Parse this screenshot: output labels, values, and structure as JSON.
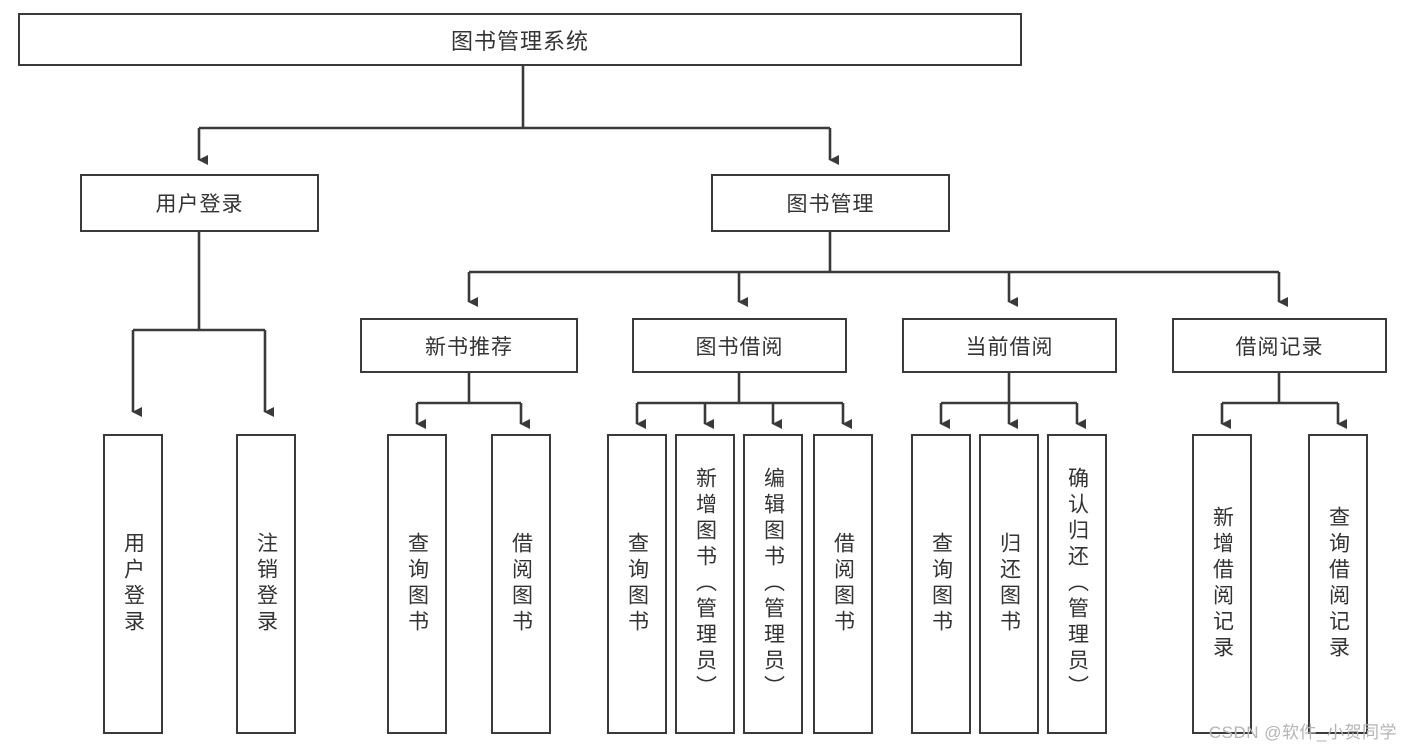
{
  "diagram": {
    "type": "tree-hierarchy",
    "title": "图书管理系统",
    "root": {
      "label": "图书管理系统"
    },
    "level2": [
      {
        "id": "user-login",
        "label": "用户登录"
      },
      {
        "id": "book-management",
        "label": "图书管理"
      }
    ],
    "level3": [
      {
        "id": "new-book-recommend",
        "label": "新书推荐",
        "parent": "book-management"
      },
      {
        "id": "book-borrow",
        "label": "图书借阅",
        "parent": "book-management"
      },
      {
        "id": "current-borrow",
        "label": "当前借阅",
        "parent": "book-management"
      },
      {
        "id": "borrow-record",
        "label": "借阅记录",
        "parent": "book-management"
      }
    ],
    "leaves": {
      "user-login": [
        {
          "id": "leaf-user-login",
          "label": "用户登录"
        },
        {
          "id": "leaf-user-logout",
          "label": "注销登录"
        }
      ],
      "new-book-recommend": [
        {
          "id": "leaf-query-book-1",
          "label": "查询图书"
        },
        {
          "id": "leaf-borrow-book-1",
          "label": "借阅图书"
        }
      ],
      "book-borrow": [
        {
          "id": "leaf-query-book-2",
          "label": "查询图书"
        },
        {
          "id": "leaf-add-book",
          "label": "新增图书（管理员）"
        },
        {
          "id": "leaf-edit-book",
          "label": "编辑图书（管理员）"
        },
        {
          "id": "leaf-borrow-book-2",
          "label": "借阅图书"
        }
      ],
      "current-borrow": [
        {
          "id": "leaf-query-book-3",
          "label": "查询图书"
        },
        {
          "id": "leaf-return-book",
          "label": "归还图书"
        },
        {
          "id": "leaf-confirm-return",
          "label": "确认归还（管理员）"
        }
      ],
      "borrow-record": [
        {
          "id": "leaf-add-record",
          "label": "新增借阅记录"
        },
        {
          "id": "leaf-query-record",
          "label": "查询借阅记录"
        }
      ]
    },
    "colors": {
      "stroke": "#3a3a3a",
      "fill": "#ffffff",
      "text": "#333333",
      "watermark": "#b4b4b4"
    }
  },
  "watermark": {
    "text": "CSDN @软件_小贺同学"
  }
}
